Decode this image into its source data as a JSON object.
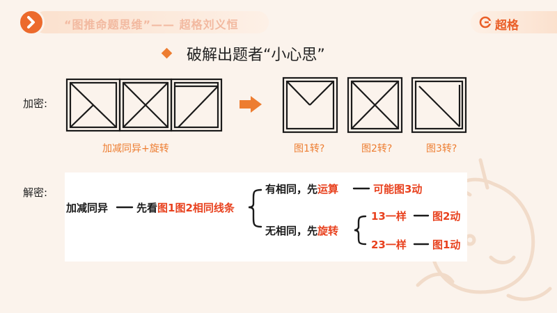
{
  "header": {
    "title": "“图推命题思维”—— 超格刘义恒",
    "brand": "超格"
  },
  "heading": "破解出题者“小心思”",
  "encrypt_label": "加密:",
  "decrypt_label": "解密:",
  "caption_left": "加减同异+旋转",
  "figure_captions": [
    "图1转?",
    "图2转?",
    "图3转?"
  ],
  "tree": {
    "root": "加减同异",
    "step_prefix": "先看",
    "step_highlight": "图1图2相同线条",
    "branch1_prefix": "有相同，先",
    "branch1_highlight": "运算",
    "branch1_result": "可能图3动",
    "branch2_prefix": "无相同，先",
    "branch2_highlight": "旋转",
    "sub1_label": "13一样",
    "sub1_result": "图2动",
    "sub2_label": "23一样",
    "sub2_result": "图1动"
  },
  "colors": {
    "accent": "#ed7d31",
    "red": "#e8411e"
  }
}
